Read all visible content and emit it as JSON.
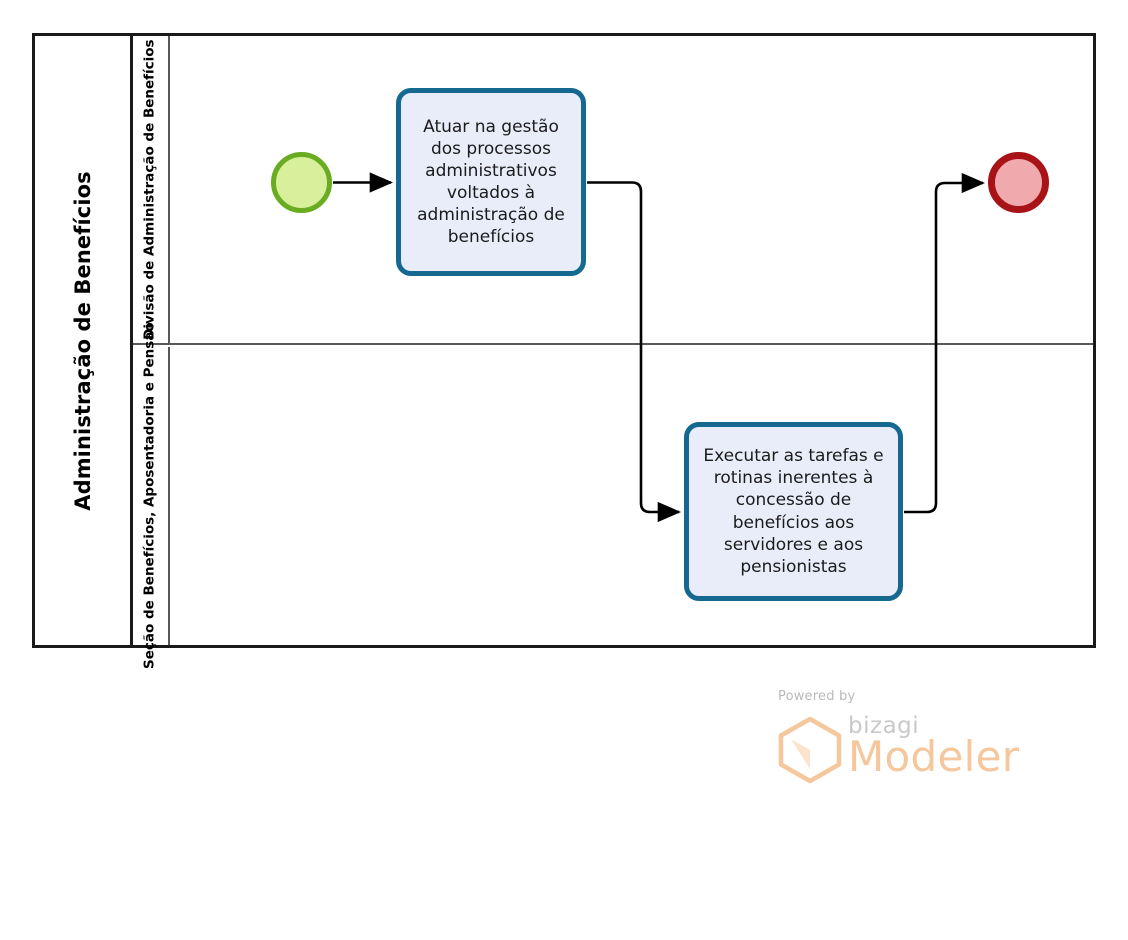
{
  "diagram": {
    "type": "bpmn-process",
    "pool": {
      "title": "Administração de Benefícios"
    },
    "lanes": [
      {
        "id": "lane-1",
        "label": "Divisão de Administração de Benefícios"
      },
      {
        "id": "lane-2",
        "label": "Seção de Benefícios, Aposentadoria e Pensão"
      }
    ],
    "events": [
      {
        "id": "start-event",
        "kind": "start",
        "label": "",
        "fill": "#d8f09c",
        "stroke": "#6aac21"
      },
      {
        "id": "end-event",
        "kind": "end",
        "label": "",
        "fill": "#f0a9ad",
        "stroke": "#a71317"
      }
    ],
    "tasks": [
      {
        "id": "task-1",
        "lane": "lane-1",
        "label": "Atuar na gestão dos processos administrativos voltados à administração de benefícios",
        "fill": "#e9edfa",
        "stroke": "#15688f"
      },
      {
        "id": "task-2",
        "lane": "lane-2",
        "label": "Executar as tarefas e rotinas inerentes à concessão de benefícios aos servidores e aos pensionistas",
        "fill": "#e9edfa",
        "stroke": "#15688f"
      }
    ],
    "flows": [
      {
        "id": "flow-start-to-task1",
        "from": "start-event",
        "to": "task-1",
        "label": ""
      },
      {
        "id": "flow-task1-to-task2",
        "from": "task-1",
        "to": "task-2",
        "label": ""
      },
      {
        "id": "flow-task2-to-end",
        "from": "task-2",
        "to": "end-event",
        "label": ""
      }
    ]
  },
  "watermark": {
    "powered_by": "Powered by",
    "brand": "bizagi",
    "product": "Modeler",
    "accent_color": "#f6c79c"
  }
}
